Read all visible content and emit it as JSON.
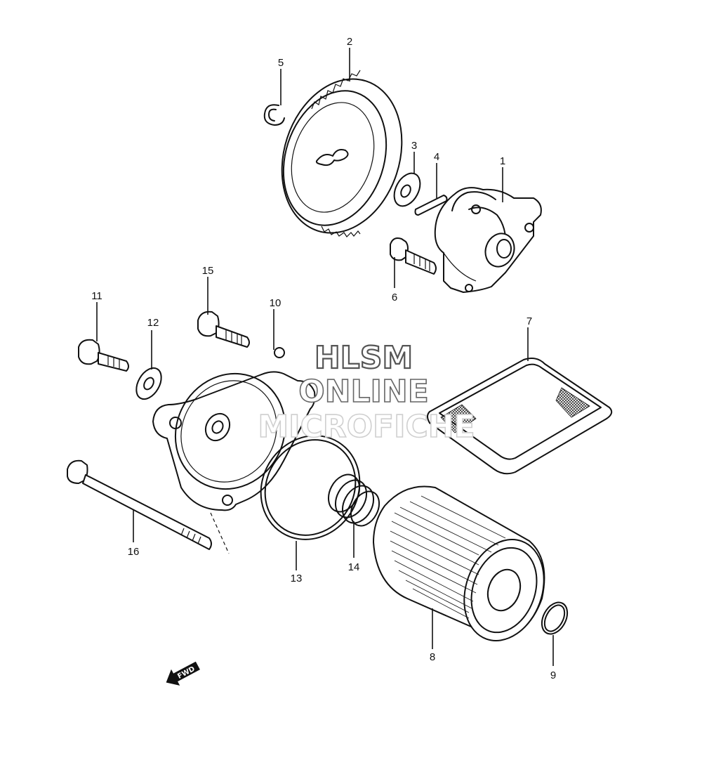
{
  "callouts": {
    "c1": "1",
    "c2": "2",
    "c3": "3",
    "c4": "4",
    "c5": "5",
    "c6": "6",
    "c7": "7",
    "c8": "8",
    "c9": "9",
    "c10": "10",
    "c11": "11",
    "c12": "12",
    "c13": "13",
    "c14": "14",
    "c15": "15",
    "c16": "16"
  },
  "watermark": {
    "line1": "HLSM",
    "line2": "ONLINE",
    "line3": "MICROFICHE"
  },
  "fwd_arrow": {
    "label": "FWD",
    "icon": "fwd-arrow-icon"
  }
}
